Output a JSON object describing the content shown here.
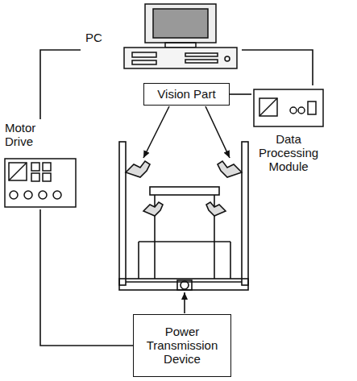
{
  "diagram": {
    "nodes": [
      {
        "text": [
          "PC"
        ]
      },
      {
        "text": [
          "Motor Drive"
        ]
      },
      {
        "text": [
          "Vision Part"
        ]
      },
      {
        "text": [
          "Data Processing Module"
        ]
      },
      {
        "text": [
          "Power Transmission Device"
        ]
      }
    ],
    "edges": [
      {
        "from": 0,
        "to": 1,
        "arrow": "none"
      },
      {
        "from": 0,
        "to": 3,
        "arrow": "none"
      },
      {
        "from": 2,
        "to": 3,
        "arrow": "none"
      },
      {
        "from": 1,
        "to": 4,
        "arrow": "none"
      }
    ]
  }
}
